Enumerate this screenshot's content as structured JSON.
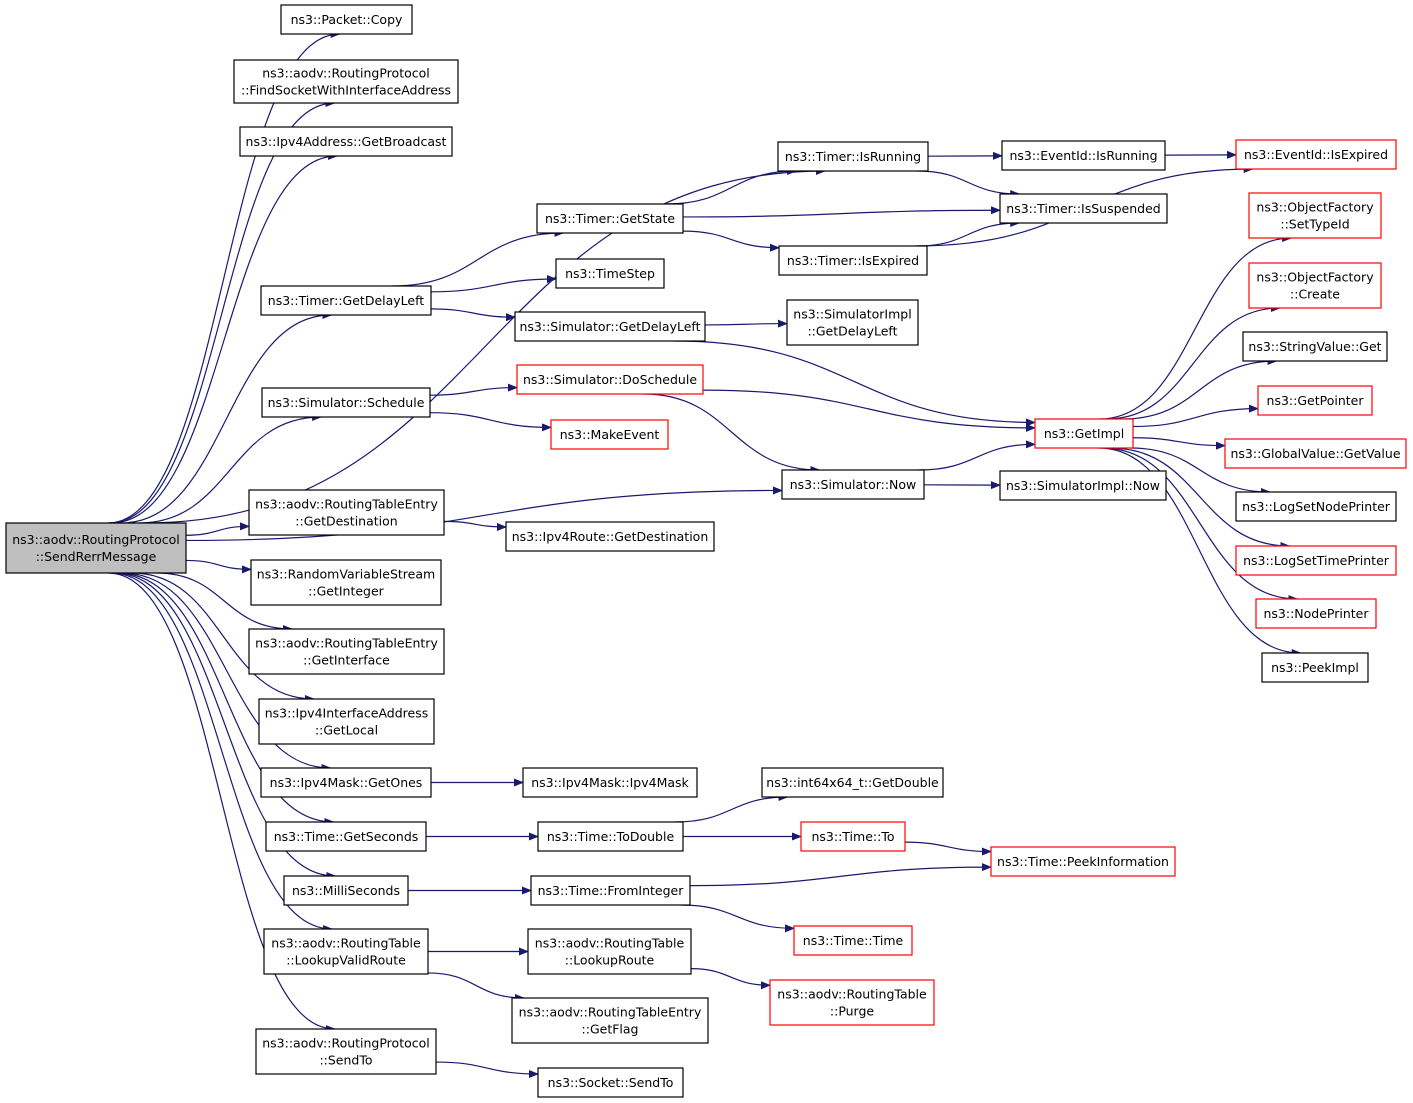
{
  "diagram": {
    "style": {
      "edge_color": "#191970",
      "node_border": "#000000",
      "node_border_incomplete": "#ff0000",
      "root_fill": "#bfbfbf"
    },
    "nodes": [
      {
        "id": "root",
        "lines": [
          "ns3::aodv::RoutingProtocol",
          "::SendRerrMessage"
        ],
        "root": true
      },
      {
        "id": "copy",
        "lines": [
          "ns3::Packet::Copy"
        ]
      },
      {
        "id": "findsock",
        "lines": [
          "ns3::aodv::RoutingProtocol",
          "::FindSocketWithInterfaceAddress"
        ]
      },
      {
        "id": "bcast",
        "lines": [
          "ns3::Ipv4Address::GetBroadcast"
        ]
      },
      {
        "id": "getdelayleft",
        "lines": [
          "ns3::Timer::GetDelayLeft"
        ]
      },
      {
        "id": "schedule",
        "lines": [
          "ns3::Simulator::Schedule"
        ]
      },
      {
        "id": "rte_getdest",
        "lines": [
          "ns3::aodv::RoutingTableEntry",
          "::GetDestination"
        ]
      },
      {
        "id": "getinteger",
        "lines": [
          "ns3::RandomVariableStream",
          "::GetInteger"
        ]
      },
      {
        "id": "getinterface",
        "lines": [
          "ns3::aodv::RoutingTableEntry",
          "::GetInterface"
        ]
      },
      {
        "id": "getlocal",
        "lines": [
          "ns3::Ipv4InterfaceAddress",
          "::GetLocal"
        ]
      },
      {
        "id": "getones",
        "lines": [
          "ns3::Ipv4Mask::GetOnes"
        ]
      },
      {
        "id": "getseconds",
        "lines": [
          "ns3::Time::GetSeconds"
        ]
      },
      {
        "id": "milliseconds",
        "lines": [
          "ns3::MilliSeconds"
        ]
      },
      {
        "id": "lookupvalid",
        "lines": [
          "ns3::aodv::RoutingTable",
          "::LookupValidRoute"
        ]
      },
      {
        "id": "sendto_rp",
        "lines": [
          "ns3::aodv::RoutingProtocol",
          "::SendTo"
        ]
      },
      {
        "id": "getstate",
        "lines": [
          "ns3::Timer::GetState"
        ]
      },
      {
        "id": "timestep",
        "lines": [
          "ns3::TimeStep"
        ]
      },
      {
        "id": "sim_getdelay",
        "lines": [
          "ns3::Simulator::GetDelayLeft"
        ]
      },
      {
        "id": "doschedule",
        "lines": [
          "ns3::Simulator::DoSchedule"
        ],
        "incomplete": true
      },
      {
        "id": "makeevent",
        "lines": [
          "ns3::MakeEvent"
        ],
        "incomplete": true
      },
      {
        "id": "route_getdest",
        "lines": [
          "ns3::Ipv4Route::GetDestination"
        ]
      },
      {
        "id": "ipv4mask",
        "lines": [
          "ns3::Ipv4Mask::Ipv4Mask"
        ]
      },
      {
        "id": "todouble",
        "lines": [
          "ns3::Time::ToDouble"
        ]
      },
      {
        "id": "frominteger",
        "lines": [
          "ns3::Time::FromInteger"
        ]
      },
      {
        "id": "lookuproute",
        "lines": [
          "ns3::aodv::RoutingTable",
          "::LookupRoute"
        ]
      },
      {
        "id": "getflag",
        "lines": [
          "ns3::aodv::RoutingTableEntry",
          "::GetFlag"
        ]
      },
      {
        "id": "socket_sendto",
        "lines": [
          "ns3::Socket::SendTo"
        ]
      },
      {
        "id": "isrunning",
        "lines": [
          "ns3::Timer::IsRunning"
        ]
      },
      {
        "id": "isexpired",
        "lines": [
          "ns3::Timer::IsExpired"
        ]
      },
      {
        "id": "simimpl_getdelay",
        "lines": [
          "ns3::SimulatorImpl",
          "::GetDelayLeft"
        ]
      },
      {
        "id": "now",
        "lines": [
          "ns3::Simulator::Now"
        ]
      },
      {
        "id": "getdouble",
        "lines": [
          "ns3::int64x64_t::GetDouble"
        ]
      },
      {
        "id": "time_to",
        "lines": [
          "ns3::Time::To"
        ],
        "incomplete": true
      },
      {
        "id": "time_time",
        "lines": [
          "ns3::Time::Time"
        ],
        "incomplete": true
      },
      {
        "id": "purge",
        "lines": [
          "ns3::aodv::RoutingTable",
          "::Purge"
        ],
        "incomplete": true
      },
      {
        "id": "ev_isrunning",
        "lines": [
          "ns3::EventId::IsRunning"
        ]
      },
      {
        "id": "issuspended",
        "lines": [
          "ns3::Timer::IsSuspended"
        ]
      },
      {
        "id": "getimpl",
        "lines": [
          "ns3::GetImpl"
        ],
        "incomplete": true
      },
      {
        "id": "simimpl_now",
        "lines": [
          "ns3::SimulatorImpl::Now"
        ]
      },
      {
        "id": "peekinfo",
        "lines": [
          "ns3::Time::PeekInformation"
        ],
        "incomplete": true
      },
      {
        "id": "ev_isexpired",
        "lines": [
          "ns3::EventId::IsExpired"
        ],
        "incomplete": true
      },
      {
        "id": "of_settypeid",
        "lines": [
          "ns3::ObjectFactory",
          "::SetTypeId"
        ],
        "incomplete": true
      },
      {
        "id": "of_create",
        "lines": [
          "ns3::ObjectFactory",
          "::Create"
        ],
        "incomplete": true
      },
      {
        "id": "stringvalue_get",
        "lines": [
          "ns3::StringValue::Get"
        ]
      },
      {
        "id": "getpointer",
        "lines": [
          "ns3::GetPointer"
        ],
        "incomplete": true
      },
      {
        "id": "globalvalue_get",
        "lines": [
          "ns3::GlobalValue::GetValue"
        ],
        "incomplete": true
      },
      {
        "id": "logsetnode",
        "lines": [
          "ns3::LogSetNodePrinter"
        ]
      },
      {
        "id": "logsettime",
        "lines": [
          "ns3::LogSetTimePrinter"
        ],
        "incomplete": true
      },
      {
        "id": "nodeprinter",
        "lines": [
          "ns3::NodePrinter"
        ],
        "incomplete": true
      },
      {
        "id": "peekimpl",
        "lines": [
          "ns3::PeekImpl"
        ]
      }
    ],
    "edges": [
      [
        "root",
        "copy"
      ],
      [
        "root",
        "findsock"
      ],
      [
        "root",
        "bcast"
      ],
      [
        "root",
        "isrunning"
      ],
      [
        "root",
        "getdelayleft"
      ],
      [
        "root",
        "schedule"
      ],
      [
        "root",
        "now"
      ],
      [
        "root",
        "rte_getdest"
      ],
      [
        "root",
        "getinteger"
      ],
      [
        "root",
        "getinterface"
      ],
      [
        "root",
        "getlocal"
      ],
      [
        "root",
        "getones"
      ],
      [
        "root",
        "getseconds"
      ],
      [
        "root",
        "milliseconds"
      ],
      [
        "root",
        "lookupvalid"
      ],
      [
        "root",
        "sendto_rp"
      ],
      [
        "getdelayleft",
        "getstate"
      ],
      [
        "getdelayleft",
        "timestep"
      ],
      [
        "getdelayleft",
        "sim_getdelay"
      ],
      [
        "schedule",
        "doschedule"
      ],
      [
        "schedule",
        "makeevent"
      ],
      [
        "rte_getdest",
        "route_getdest"
      ],
      [
        "getones",
        "ipv4mask"
      ],
      [
        "getseconds",
        "todouble"
      ],
      [
        "milliseconds",
        "frominteger"
      ],
      [
        "lookupvalid",
        "lookuproute"
      ],
      [
        "lookupvalid",
        "getflag"
      ],
      [
        "sendto_rp",
        "socket_sendto"
      ],
      [
        "getstate",
        "isrunning"
      ],
      [
        "getstate",
        "issuspended"
      ],
      [
        "getstate",
        "isexpired"
      ],
      [
        "sim_getdelay",
        "simimpl_getdelay"
      ],
      [
        "sim_getdelay",
        "getimpl"
      ],
      [
        "doschedule",
        "getimpl"
      ],
      [
        "doschedule",
        "now"
      ],
      [
        "todouble",
        "getdouble"
      ],
      [
        "todouble",
        "time_to"
      ],
      [
        "frominteger",
        "peekinfo"
      ],
      [
        "frominteger",
        "time_time"
      ],
      [
        "lookuproute",
        "purge"
      ],
      [
        "isrunning",
        "ev_isrunning"
      ],
      [
        "isrunning",
        "issuspended"
      ],
      [
        "isexpired",
        "issuspended"
      ],
      [
        "isexpired",
        "ev_isexpired"
      ],
      [
        "now",
        "getimpl"
      ],
      [
        "now",
        "simimpl_now"
      ],
      [
        "time_to",
        "peekinfo"
      ],
      [
        "ev_isrunning",
        "ev_isexpired"
      ],
      [
        "getimpl",
        "of_settypeid"
      ],
      [
        "getimpl",
        "of_create"
      ],
      [
        "getimpl",
        "stringvalue_get"
      ],
      [
        "getimpl",
        "getpointer"
      ],
      [
        "getimpl",
        "globalvalue_get"
      ],
      [
        "getimpl",
        "logsetnode"
      ],
      [
        "getimpl",
        "logsettime"
      ],
      [
        "getimpl",
        "nodeprinter"
      ],
      [
        "getimpl",
        "peekimpl"
      ]
    ]
  }
}
